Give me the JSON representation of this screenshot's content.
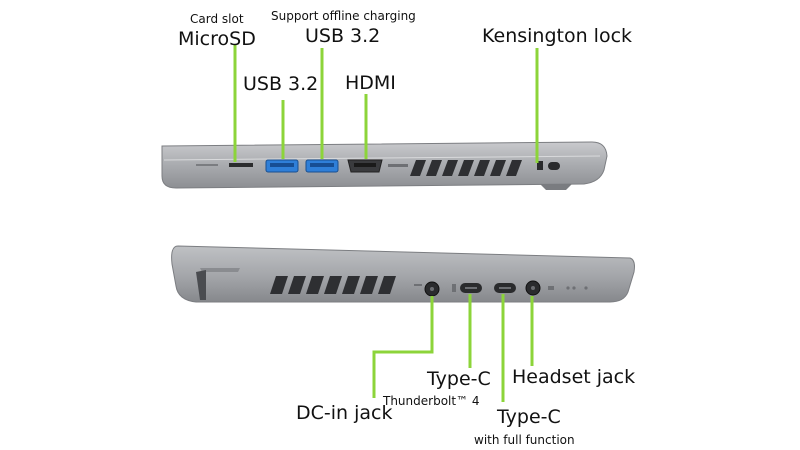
{
  "top_view": {
    "labels": {
      "card_slot": "Card slot",
      "microsd": "MicroSD",
      "support_offline_charging": "Support offline charging",
      "usb_a": "USB 3.2",
      "usb_b": "USB 3.2",
      "hdmi": "HDMI",
      "kensington": "Kensington lock"
    }
  },
  "bottom_view": {
    "labels": {
      "type_c_tb": "Type-C",
      "thunderbolt": "Thunderbolt™ 4",
      "headset": "Headset jack",
      "dc_in": "DC-in jack",
      "type_c_full": "Type-C",
      "full_function": "with full function"
    }
  },
  "colors": {
    "callout": "#8cd43a",
    "chassis": "#a7a9ad",
    "chassis_dark": "#4a4c50",
    "port_blue": "#2f7fd8"
  }
}
